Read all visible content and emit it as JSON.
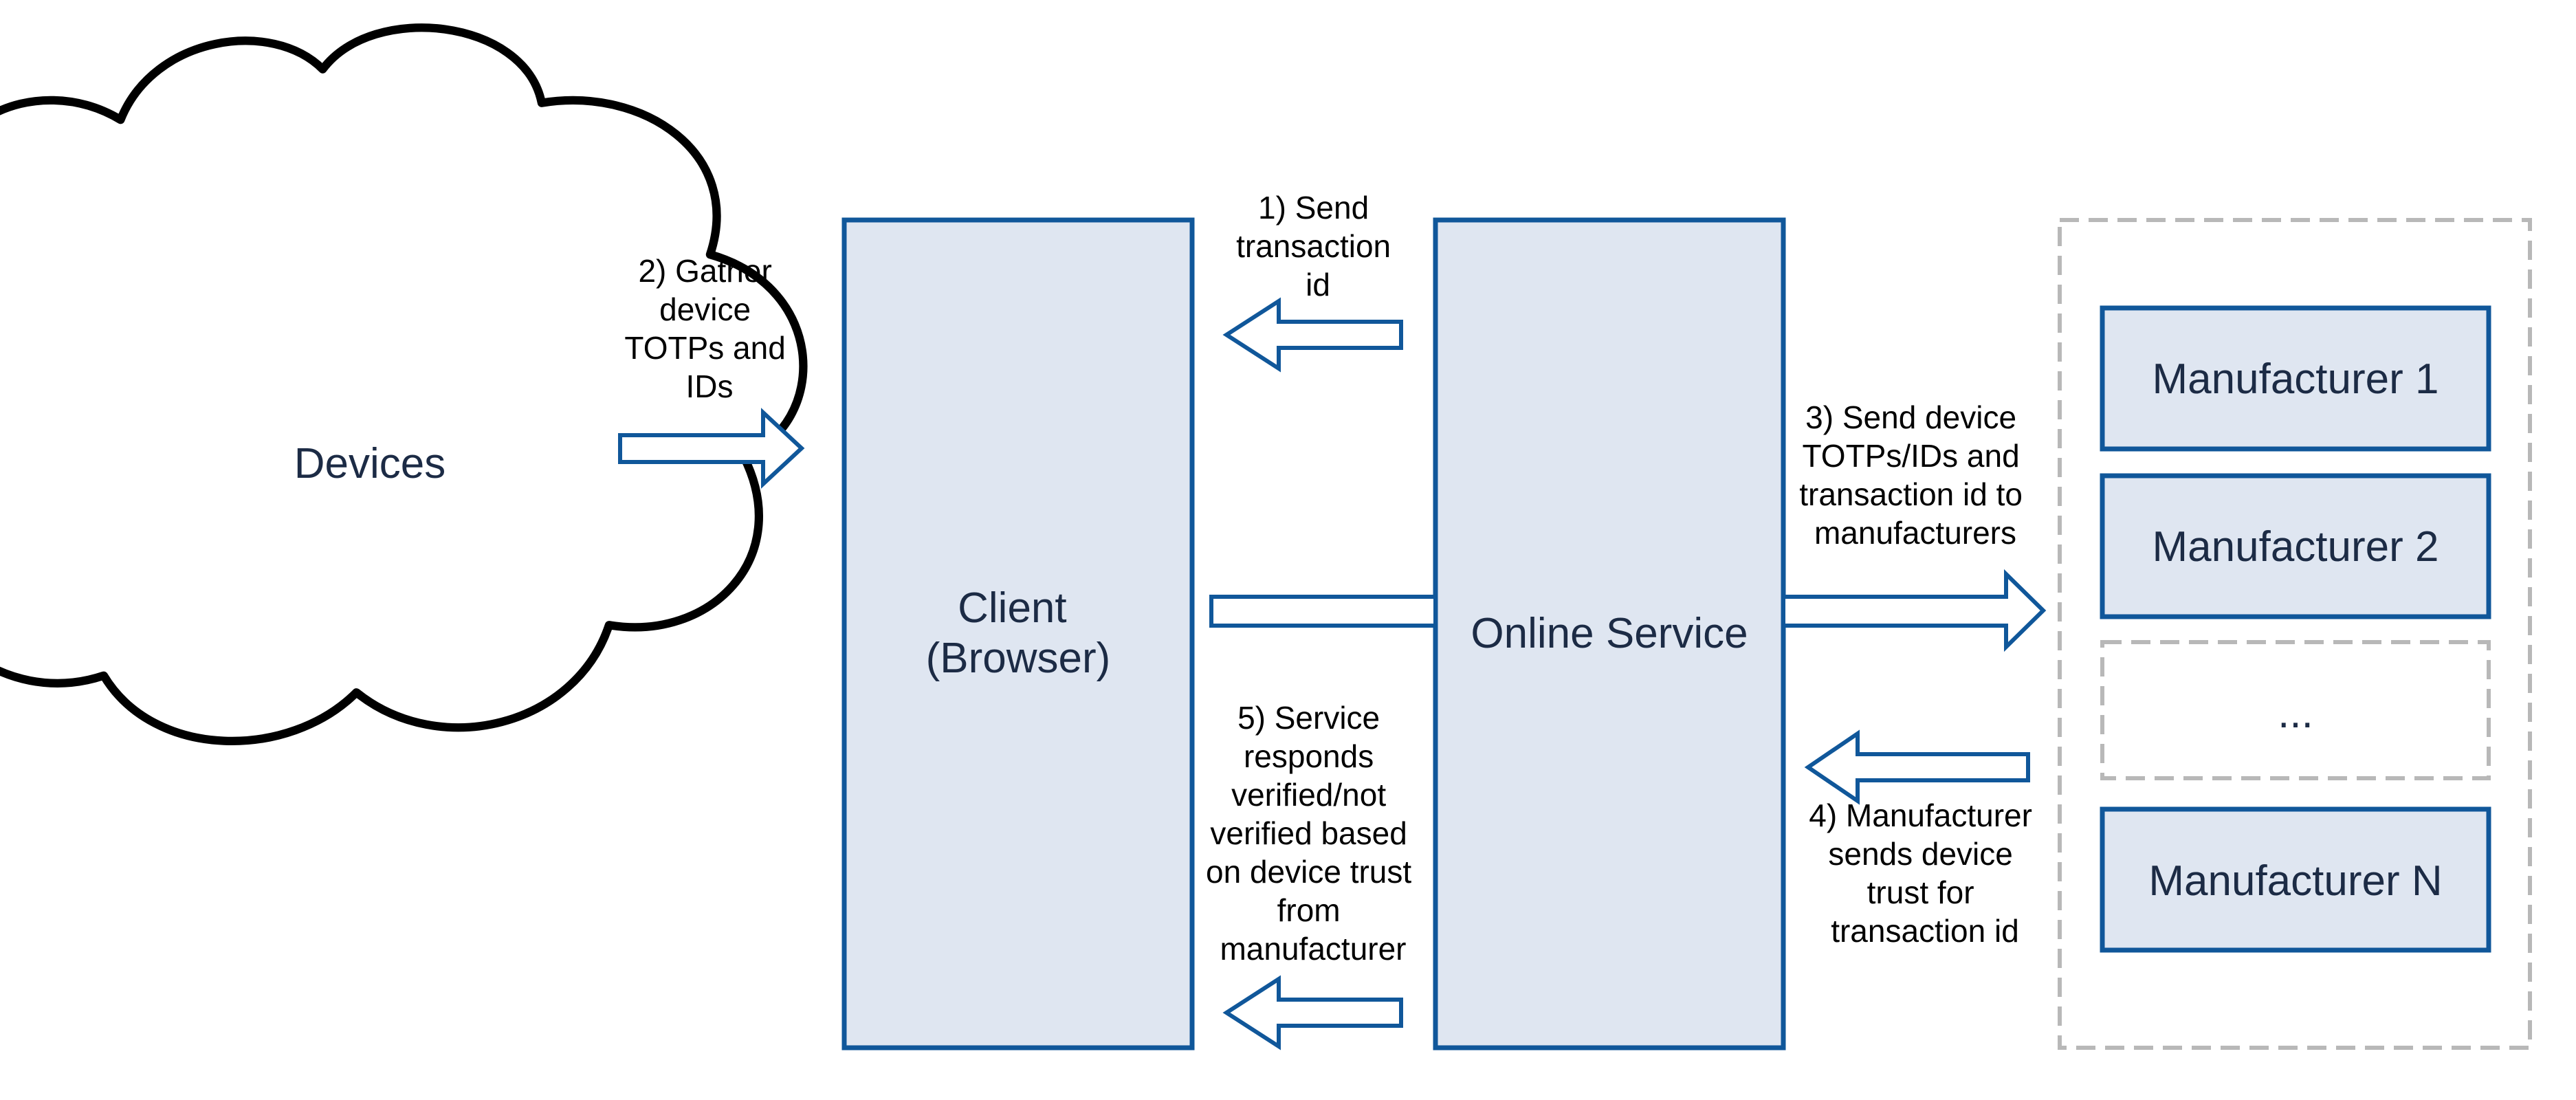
{
  "colors": {
    "box_fill": "#dfe6f1",
    "box_stroke": "#10579a",
    "arrow_stroke": "#10579a",
    "dashed_stroke": "#b8b8b8",
    "box_text": "#1c2b45",
    "label_text": "#000000"
  },
  "devices": {
    "label": "Devices",
    "icon": "cloud-icon"
  },
  "client": {
    "line1": "Client",
    "line2": "(Browser)"
  },
  "service": {
    "label": "Online Service"
  },
  "manufacturers": {
    "items": [
      "Manufacturer 1",
      "Manufacturer 2",
      "...",
      "Manufacturer N"
    ]
  },
  "steps": {
    "step1": [
      "1) Send",
      "transaction",
      "id"
    ],
    "step2": [
      "2) Gather",
      "device",
      "TOTPs and",
      "IDs"
    ],
    "step3": [
      "3) Send device",
      "TOTPs/IDs and",
      "transaction id to",
      "manufacturers"
    ],
    "step4": [
      "4) Manufacturer",
      "sends device",
      "trust for",
      "transaction id"
    ],
    "step5": [
      "5) Service",
      "responds",
      "verified/not",
      "verified based",
      "on device trust",
      "from",
      "manufacturer"
    ]
  }
}
